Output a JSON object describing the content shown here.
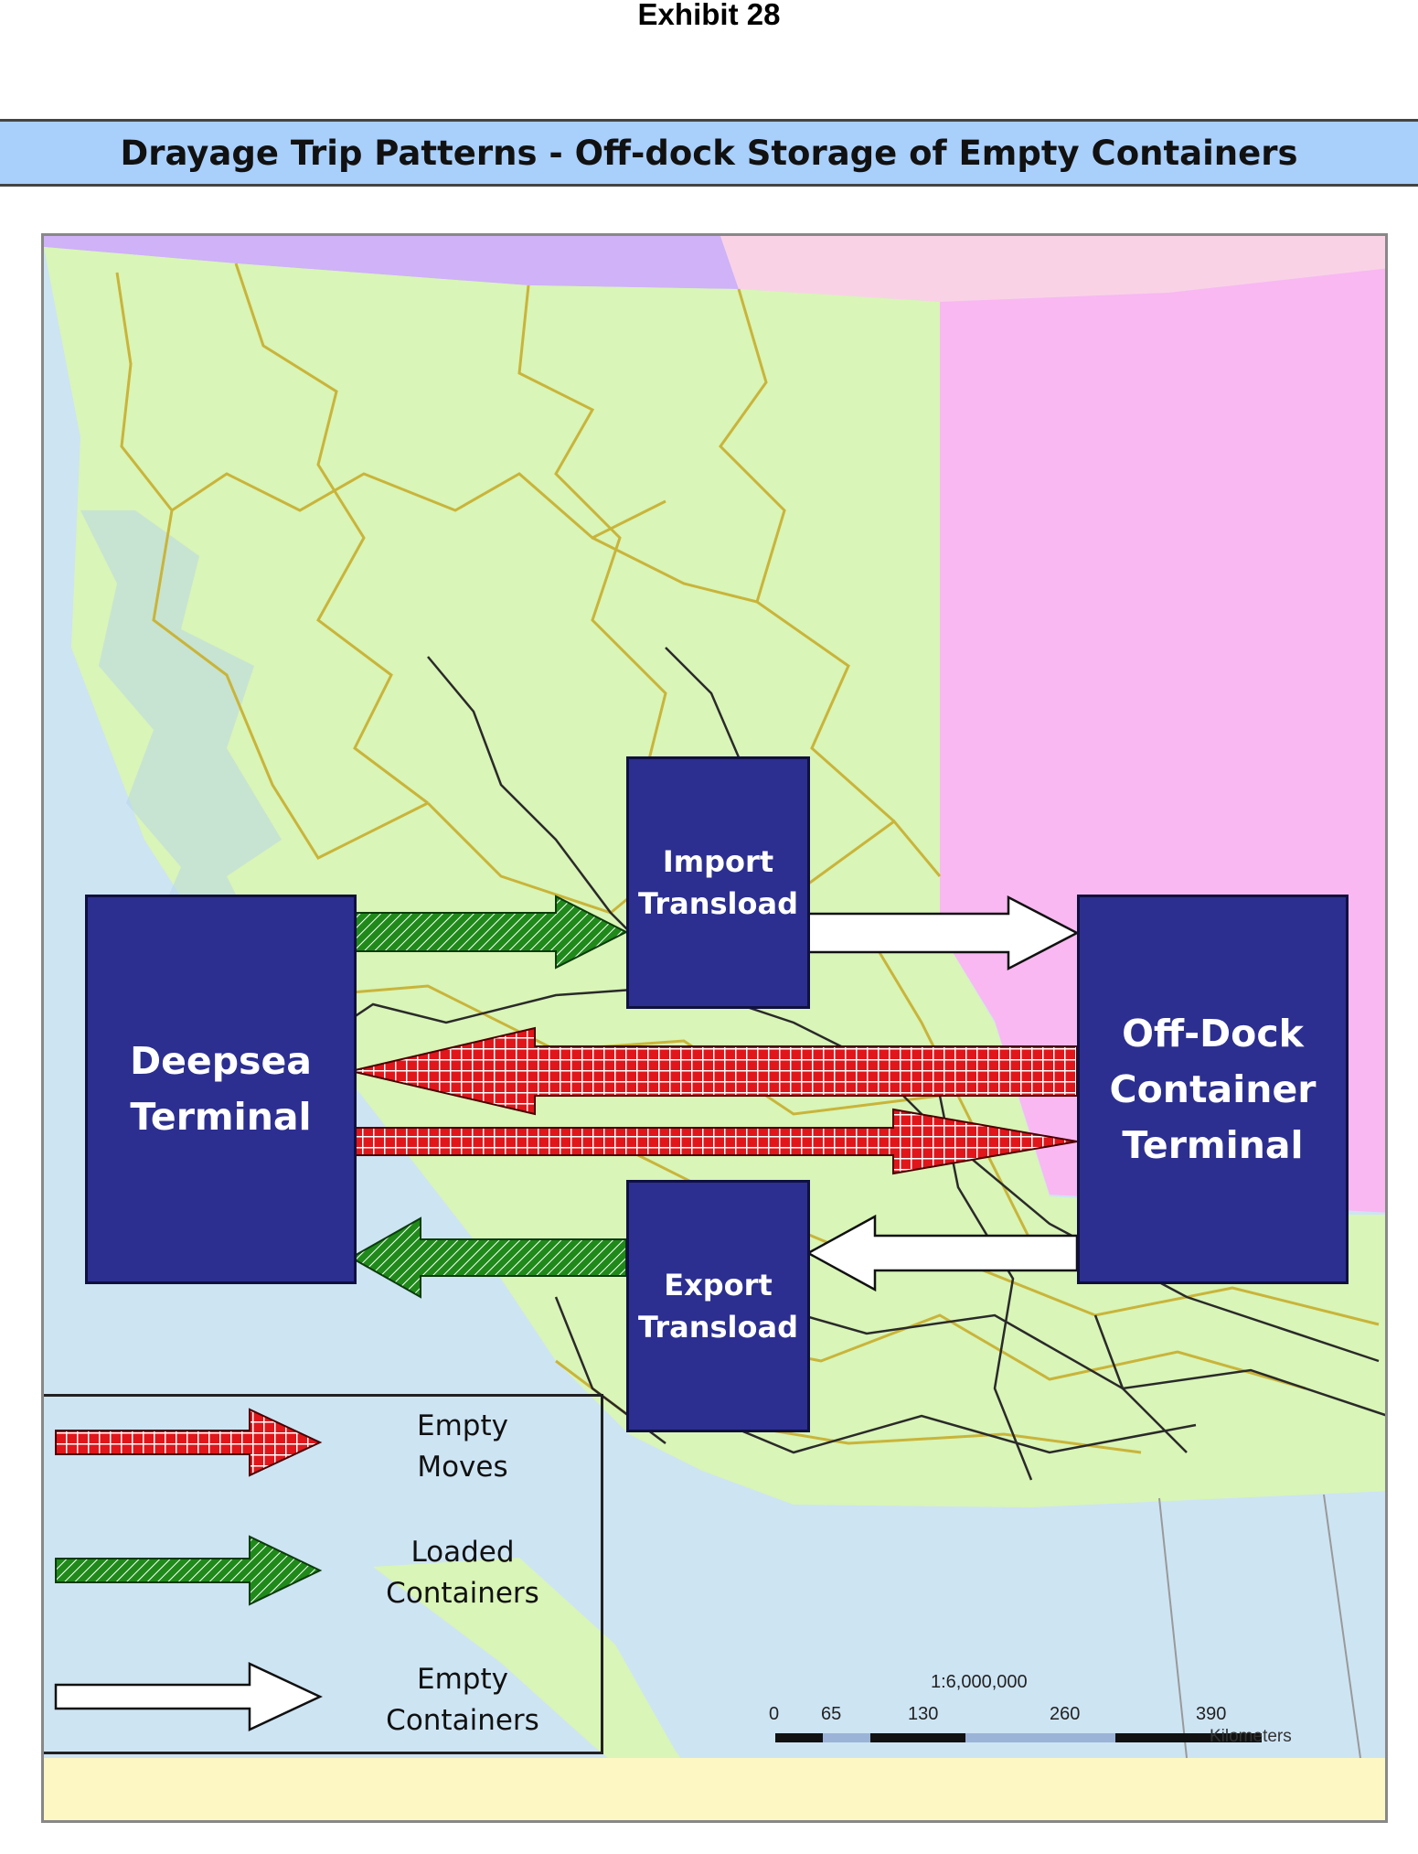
{
  "exhibit_label": "Exhibit 28",
  "title": "Drayage Trip Patterns - Off-dock Storage of Empty Containers",
  "nodes": {
    "deepsea": [
      "Deepsea",
      "Terminal"
    ],
    "import": [
      "Import",
      "Transload"
    ],
    "export": [
      "Export",
      "Transload"
    ],
    "offdock": [
      "Off-Dock",
      "Container",
      "Terminal"
    ]
  },
  "legend": {
    "empty_moves": [
      "Empty",
      "Moves"
    ],
    "loaded": [
      "Loaded",
      "Containers"
    ],
    "empty_containers": [
      "Empty",
      "Containers"
    ]
  },
  "scale": {
    "ratio": "1:6,000,000",
    "ticks": [
      "0",
      "65",
      "130",
      "260",
      "390"
    ],
    "unit": "Kilometers"
  },
  "colors": {
    "land": "#d9f5b7",
    "ocean": "#cde4f3",
    "region_purple": "#cfb2f7",
    "region_pink": "#f9b8f1",
    "region_light_pink": "#fad2e6",
    "footer_band": "#fdf7c3",
    "box_fill": "#2c2f8f",
    "empty_moves_arrow": "#e0161b",
    "loaded_arrow": "#1f8a1a",
    "roads": "#c9b43a",
    "rail": "#2a2a2a"
  }
}
